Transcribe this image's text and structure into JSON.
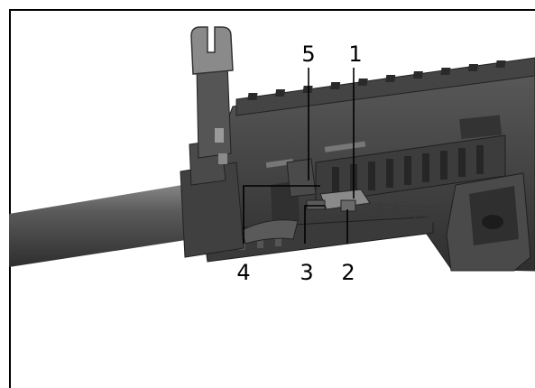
{
  "callouts": [
    {
      "id": "1",
      "label": "1"
    },
    {
      "id": "2",
      "label": "2"
    },
    {
      "id": "3",
      "label": "3"
    },
    {
      "id": "4",
      "label": "4"
    },
    {
      "id": "5",
      "label": "5"
    }
  ],
  "colors": {
    "line": "#000000",
    "body_dark": "#3a3a3a",
    "body_mid": "#4a4a4a",
    "body_light": "#6a6a6a",
    "highlight": "#9a9a9a"
  }
}
